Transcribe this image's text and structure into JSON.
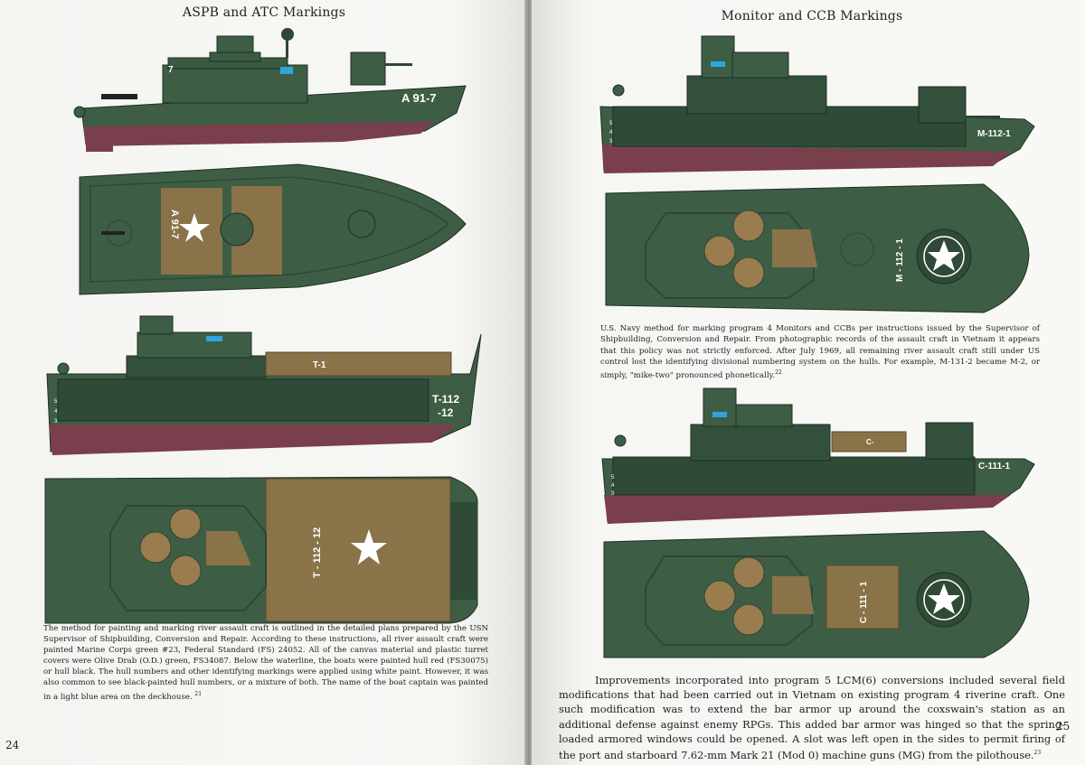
{
  "left_page": {
    "title": "ASPB and ATC Markings",
    "page_number": "24",
    "markings": {
      "aspb_side": "A 91-7",
      "aspb_top": "A 91-7",
      "atc_side_line1": "T-112",
      "atc_side_line2": "-12",
      "atc_side_deck": "T-1",
      "atc_top": "T - 112 - 12",
      "draft_5": "5",
      "draft_4": "4",
      "draft_3": "3"
    },
    "body_text": "The method for painting and marking river assault craft is outlined in the detailed plans prepared by the USN Supervisor of Shipbuilding, Conversion and Repair. According to these instructions, all river assault craft were painted Marine Corps green #23, Federal Standard (FS) 24052. All of the canvas material and plastic turret covers were Olive Drab (O.D.) green, FS34087. Below the waterline, the boats were painted hull red (FS30075) or hull black. The hull numbers and other identifying markings were applied using white paint. However, it was also common to see black-painted hull numbers, or a mixture of both. The name of the boat captain was painted in a light blue area on the deckhouse.",
    "footnote_ref": "21"
  },
  "right_page": {
    "title": "Monitor and CCB Markings",
    "page_number": "25",
    "markings": {
      "monitor_side": "M-112-1",
      "monitor_top": "M - 112 - 1",
      "ccb_side": "C-111-1",
      "ccb_deck": "C-",
      "ccb_top": "C - 111 - 1",
      "draft_5": "5",
      "draft_4": "4",
      "draft_3": "3"
    },
    "caption": "U.S. Navy method for marking program 4 Monitors and CCBs per instructions issued by the Supervisor of Shipbuilding, Conversion and Repair. From photographic records of the assault craft in Vietnam it appears that this policy was not strictly enforced. After July 1969, all remaining river assault craft still under US control lost the identifying divisional numbering system on the hulls. For example, M-131-2 became M-2, or simply, \"mike-two\" pronounced phonetically.",
    "caption_ref": "22",
    "body_text": "Improvements incorporated into program 5 LCM(6) conversions included several field modifications that had been carried out in Vietnam on existing program 4 riverine craft. One such modification was to extend the bar armor up around the coxswain's station as an additional defense against enemy RPGs. This added bar armor was hinged so that the spring-loaded armored windows could be opened. A slot was left open in the sides to permit firing of the port and starboard 7.62-mm Mark 21 (Mod 0) machine guns (MG) from the pilothouse.",
    "body_ref": "23"
  },
  "colors": {
    "marine_green": "#3d5e45",
    "dark_green": "#2e4736",
    "olive_drab": "#8a7348",
    "hull_red": "#7a3f4c",
    "light_blue": "#2ea6dc"
  }
}
